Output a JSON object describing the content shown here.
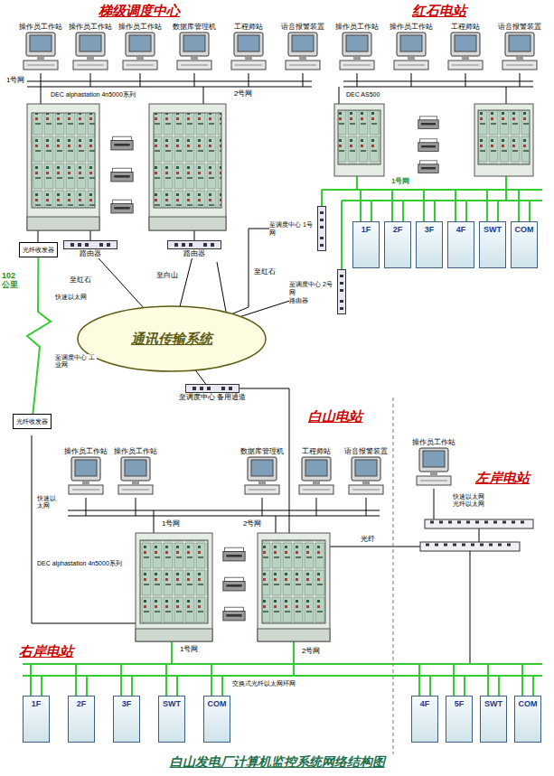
{
  "diagram": {
    "caption": "白山发电厂计算机监控系统网络结构图",
    "nodes": [
      {
        "text": [
          "操作员工作站"
        ]
      },
      {
        "text": [
          "操作员工作站"
        ]
      },
      {
        "text": [
          "操作员工作站"
        ]
      },
      {
        "text": [
          "数据库管理机"
        ]
      },
      {
        "text": [
          "工程师站"
        ]
      },
      {
        "text": [
          "语音报警装置"
        ]
      },
      {
        "text": [
          "光纤收发器"
        ]
      },
      {
        "text": [
          "路由器"
        ]
      },
      {
        "text": [
          "路由器"
        ]
      },
      {
        "text": [
          "通讯传输系统"
        ]
      },
      {
        "text": [
          "操作员工作站"
        ]
      },
      {
        "text": [
          "操作员工作站"
        ]
      },
      {
        "text": [
          "工程师站"
        ]
      },
      {
        "text": [
          "语音报警装置"
        ]
      },
      {
        "text": [
          "至调度中心 1号网"
        ]
      },
      {
        "text": [
          "至调度中心 2号网",
          "路由器"
        ]
      },
      {
        "text": [
          "1F"
        ]
      },
      {
        "text": [
          "2F"
        ]
      },
      {
        "text": [
          "3F"
        ]
      },
      {
        "text": [
          "4F"
        ]
      },
      {
        "text": [
          "SWT"
        ]
      },
      {
        "text": [
          "COM"
        ]
      },
      {
        "text": [
          "至调度中心 备用通道"
        ]
      },
      {
        "text": [
          "光纤收发器"
        ]
      },
      {
        "text": [
          "操作员工作站"
        ]
      },
      {
        "text": [
          "操作员工作站"
        ]
      },
      {
        "text": [
          "数据库管理机"
        ]
      },
      {
        "text": [
          "工程师站"
        ]
      },
      {
        "text": [
          "语音报警装置"
        ]
      },
      {
        "text": [
          "操作员工作站"
        ]
      },
      {
        "text": [
          "1F"
        ]
      },
      {
        "text": [
          "2F"
        ]
      },
      {
        "text": [
          "3F"
        ]
      },
      {
        "text": [
          "SWT"
        ]
      },
      {
        "text": [
          "COM"
        ]
      },
      {
        "text": [
          "4F"
        ]
      },
      {
        "text": [
          "5F"
        ]
      },
      {
        "text": [
          "SWT"
        ]
      },
      {
        "text": [
          "COM"
        ]
      }
    ],
    "edges": [
      {
        "from": 7,
        "to": 9,
        "arrow": "none"
      },
      {
        "from": 8,
        "to": 9,
        "arrow": "none"
      },
      {
        "from": 14,
        "to": 9,
        "arrow": "none"
      },
      {
        "from": 15,
        "to": 9,
        "arrow": "none"
      },
      {
        "from": 22,
        "to": 9,
        "arrow": "none"
      },
      {
        "from": 6,
        "to": 23,
        "label": "102 公里",
        "arrow": "none"
      }
    ],
    "labels": [
      "梯级调度中心",
      "红石电站",
      "白山电站",
      "左岸电站",
      "右岸电站",
      "1号网",
      "2号网",
      "DEC alphastation 4n5000系列",
      "至红石",
      "至白山",
      "至红石",
      "DEC AS500",
      "1号网",
      "快速以太网",
      "至调度中心 工业网",
      "快速以太网",
      "1号网",
      "2号网",
      "DEC alphastation 4n5000系列",
      "快速以太网 光纤以太网",
      "光纤",
      "1号网",
      "2号网",
      "交换式光纤以太网环网"
    ]
  }
}
